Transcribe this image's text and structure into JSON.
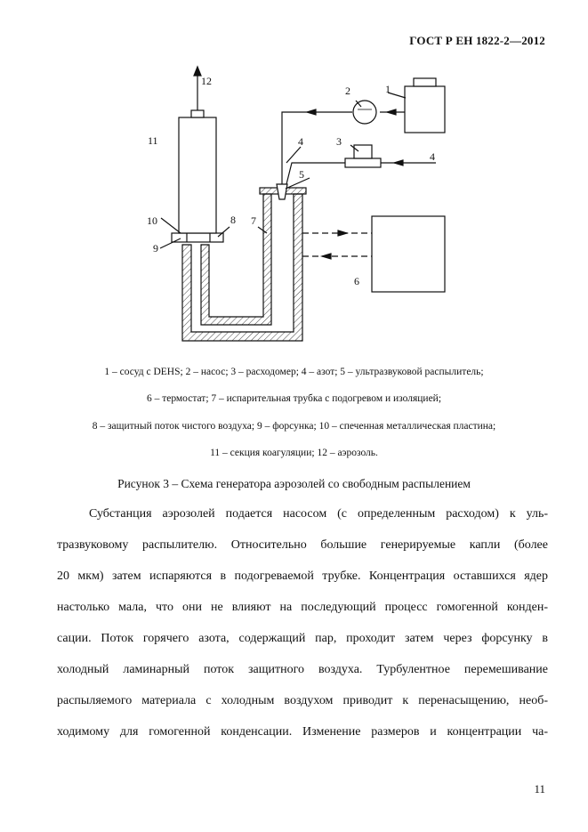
{
  "header": {
    "standard": "ГОСТ Р ЕН 1822-2—2012"
  },
  "figure": {
    "labels": [
      "1",
      "2",
      "3",
      "4",
      "4",
      "5",
      "6",
      "7",
      "8",
      "9",
      "10",
      "11",
      "12"
    ],
    "legend_lines": [
      "1 – сосуд с DEHS; 2 – насос; 3 – расходомер; 4 – азот; 5 – ультразвуковой распылитель;",
      "6 – термостат; 7 – испарительная трубка с подогревом и изоляцией;",
      "8 – защитный поток чистого воздуха; 9 – форсунка; 10 – спеченная металлическая пластина;",
      "11 – секция коагуляции; 12 – аэрозоль."
    ],
    "title": "Рисунок 3 – Схема генератора аэрозолей со свободным распылением"
  },
  "body": {
    "lines": [
      "Субстанция аэрозолей подается насосом (с определенным расходом) к уль-",
      "тразвуковому распылителю. Относительно большие генерируемые капли (более",
      "20 мкм) затем испаряются в подогреваемой трубке. Концентрация оставшихся ядер",
      "настолько мала, что они не влияют на последующий процесс гомогенной конден-",
      "сации. Поток горячего азота, содержащий пар, проходит затем через форсунку в",
      "холодный ламинарный поток защитного воздуха. Турбулентное перемешивание",
      "распыляемого материала с холодным воздухом приводит к перенасыщению, необ-",
      "ходимому для гомогенной конденсации. Изменение размеров и концентрации ча-"
    ]
  },
  "footer": {
    "page_number": "11"
  }
}
